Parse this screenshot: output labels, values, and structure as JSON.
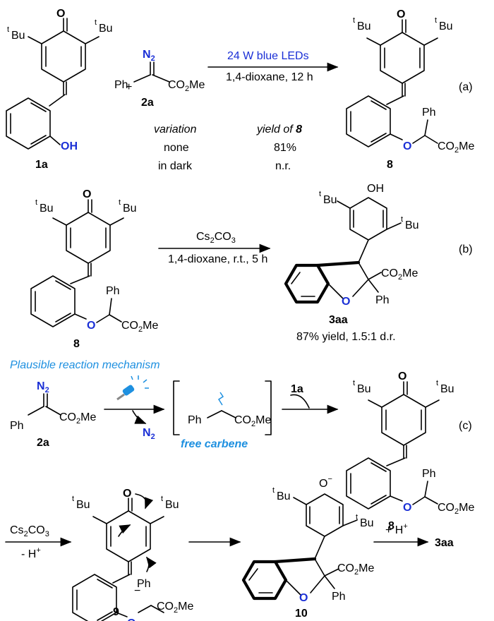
{
  "labels": {
    "tbu": "Bu",
    "tbu_sup": "t",
    "O": "O",
    "OH": "OH",
    "O_minus": "O",
    "N2_label": "N",
    "N2_sub": "2",
    "Ph": "Ph",
    "CO2Me": "CO",
    "CO2Me_sub": "2",
    "CO2Me_tail": "Me",
    "plus": "+",
    "minus": "−",
    "H_plus": "+ H",
    "plus_sup": "+"
  },
  "compounds": {
    "c1a": "1a",
    "c2a": "2a",
    "c8": "8",
    "c3aa": "3aa",
    "c9": "9",
    "c10": "10"
  },
  "panel_a": {
    "tag": "(a)",
    "cond_top": "24 W blue LEDs",
    "cond_bottom": "1,4-dioxane, 12 h",
    "table_head_variation": "variation",
    "table_head_yield": "yield of",
    "table_head_yield_cmpd": "8",
    "rows": [
      {
        "variation": "none",
        "yield": "81%"
      },
      {
        "variation": "in dark",
        "yield": "n.r."
      }
    ]
  },
  "panel_b": {
    "tag": "(b)",
    "cond_top_main": "Cs",
    "cond_top_sub1": "2",
    "cond_top_mid": "CO",
    "cond_top_sub2": "3",
    "cond_bottom": "1,4-dioxane, r.t., 5 h",
    "result": "87% yield, 1.5:1 d.r."
  },
  "panel_c": {
    "tag": "(c)",
    "heading": "Plausible reaction mechanism",
    "free_carbene": "free carbene",
    "lost_N2": "N",
    "reagent_1a": "1a",
    "base_main": "Cs",
    "base_sub1": "2",
    "base_mid": "CO",
    "base_sub2": "3",
    "base_minus_H": "- H",
    "final_product": "3aa"
  },
  "colors": {
    "heteroatom_blue": "#1a2fd6",
    "heading_blue": "#1e90e0",
    "bond": "#000000"
  }
}
